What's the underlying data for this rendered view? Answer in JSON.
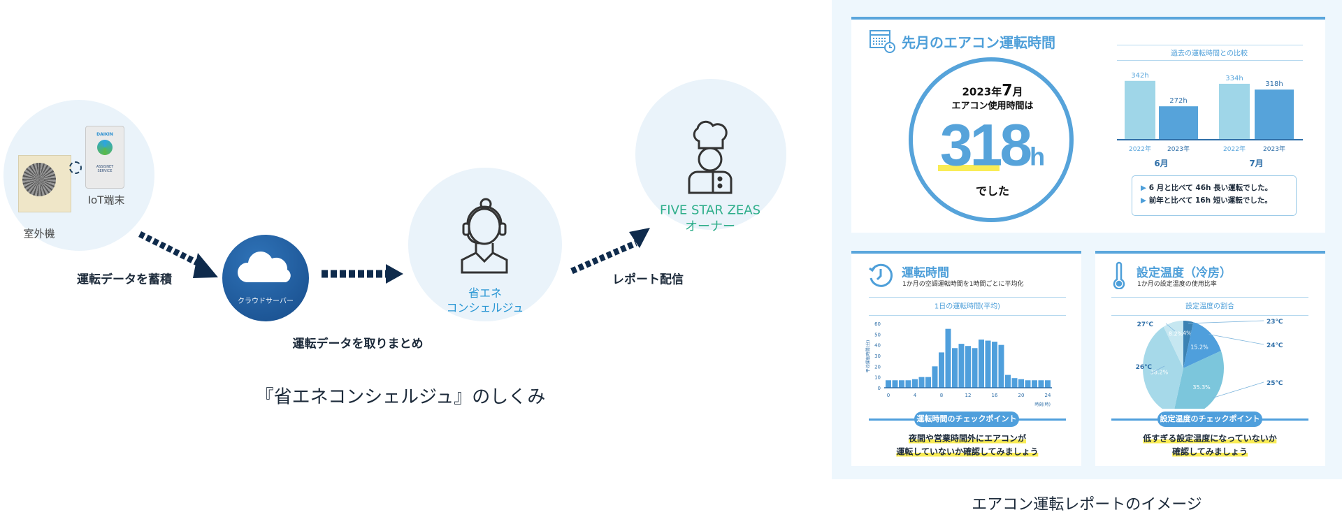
{
  "diagram": {
    "outdoor_unit_label": "室外機",
    "iot_label": "IoT端末",
    "iot_device_brand": "DAIKIN",
    "iot_device_text": "ASSISNET SERVICE",
    "arrow1_label": "運転データを蓄積",
    "cloud_label": "クラウドサーバー",
    "arrow2_label": "運転データを取りまとめ",
    "concierge_label_1": "省エネ",
    "concierge_label_2": "コンシェルジュ",
    "arrow3_label": "レポート配信",
    "owner_label_1": "FIVE STAR ZEAS",
    "owner_label_2": "オーナー",
    "caption": "『省エネコンシェルジュ』のしくみ"
  },
  "report": {
    "caption": "エアコン運転レポートのイメージ",
    "monthly": {
      "title": "先月のエアコン運転時間",
      "year_text": "2023年",
      "month_num": "7",
      "month_suffix": "月",
      "usage_label": "エアコン使用時間は",
      "hours_value": "318",
      "hours_unit": "h",
      "closing": "でした",
      "comparison_title": "過去の運転時間との比較",
      "bullet_1": "6 月と比べて 46h 長い運転でした。",
      "bullet_2": "前年と比べて 16h 短い運転でした。"
    },
    "hourly": {
      "title": "運転時間",
      "subtitle": "1か月の空調運転時間を1時間ごとに平均化",
      "chart_title": "1日の運転時間(平均)",
      "checkpoint_label": "運転時間のチェックポイント",
      "checkpoint_line_1": "夜間や営業時間外にエアコンが",
      "checkpoint_line_2": "運転していないか確認してみましょう"
    },
    "temperature": {
      "title": "設定温度（冷房）",
      "subtitle": "1か月の設定温度の使用比率",
      "chart_title": "設定温度の割合",
      "checkpoint_label": "設定温度のチェックポイント",
      "checkpoint_line_1": "低すぎる設定温度になっていないか",
      "checkpoint_line_2": "確認してみましょう"
    }
  },
  "chart_data": [
    {
      "type": "bar",
      "title": "過去の運転時間との比較",
      "groups": [
        "6月",
        "7月"
      ],
      "categories": [
        "2022年",
        "2023年"
      ],
      "series": [
        {
          "group": "6月",
          "values": [
            342,
            272
          ],
          "labels": [
            "342h",
            "272h"
          ]
        },
        {
          "group": "7月",
          "values": [
            334,
            318
          ],
          "labels": [
            "334h",
            "318h"
          ]
        }
      ],
      "colors": [
        "#9fd6e8",
        "#56a3da"
      ]
    },
    {
      "type": "bar",
      "title": "1日の運転時間(平均)",
      "xlabel": "時刻(時)",
      "ylabel": "平均運転時間(分)",
      "ylim": [
        0,
        60
      ],
      "yticks": [
        "0",
        "10",
        "20",
        "30",
        "40",
        "50",
        "60"
      ],
      "xticks": [
        "0",
        "4",
        "8",
        "12",
        "16",
        "20",
        "24"
      ],
      "x": [
        0,
        1,
        2,
        3,
        4,
        5,
        6,
        7,
        8,
        9,
        10,
        11,
        12,
        13,
        14,
        15,
        16,
        17,
        18,
        19,
        20,
        21,
        22,
        23,
        24
      ],
      "values": [
        7,
        7,
        7,
        7,
        8,
        10,
        10,
        20,
        33,
        55,
        37,
        41,
        39,
        37,
        45,
        44,
        43,
        40,
        12,
        9,
        8,
        7,
        7,
        7,
        7
      ],
      "color": "#4f9fdc"
    },
    {
      "type": "pie",
      "title": "設定温度の割合",
      "slices": [
        {
          "label": "23℃",
          "value": 4,
          "text": "4%",
          "color": "#3b82b3"
        },
        {
          "label": "24℃",
          "value": 15.2,
          "text": "15.2%",
          "color": "#4f9fdc"
        },
        {
          "label": "25℃",
          "value": 35.3,
          "text": "35.3%",
          "color": "#7cc6dc"
        },
        {
          "label": "26℃",
          "value": 38.2,
          "text": "38.2%",
          "color": "#a6d9e9"
        },
        {
          "label": "27℃",
          "value": 8.2,
          "text": "8.2%",
          "color": "#c6e7f1"
        }
      ]
    }
  ]
}
